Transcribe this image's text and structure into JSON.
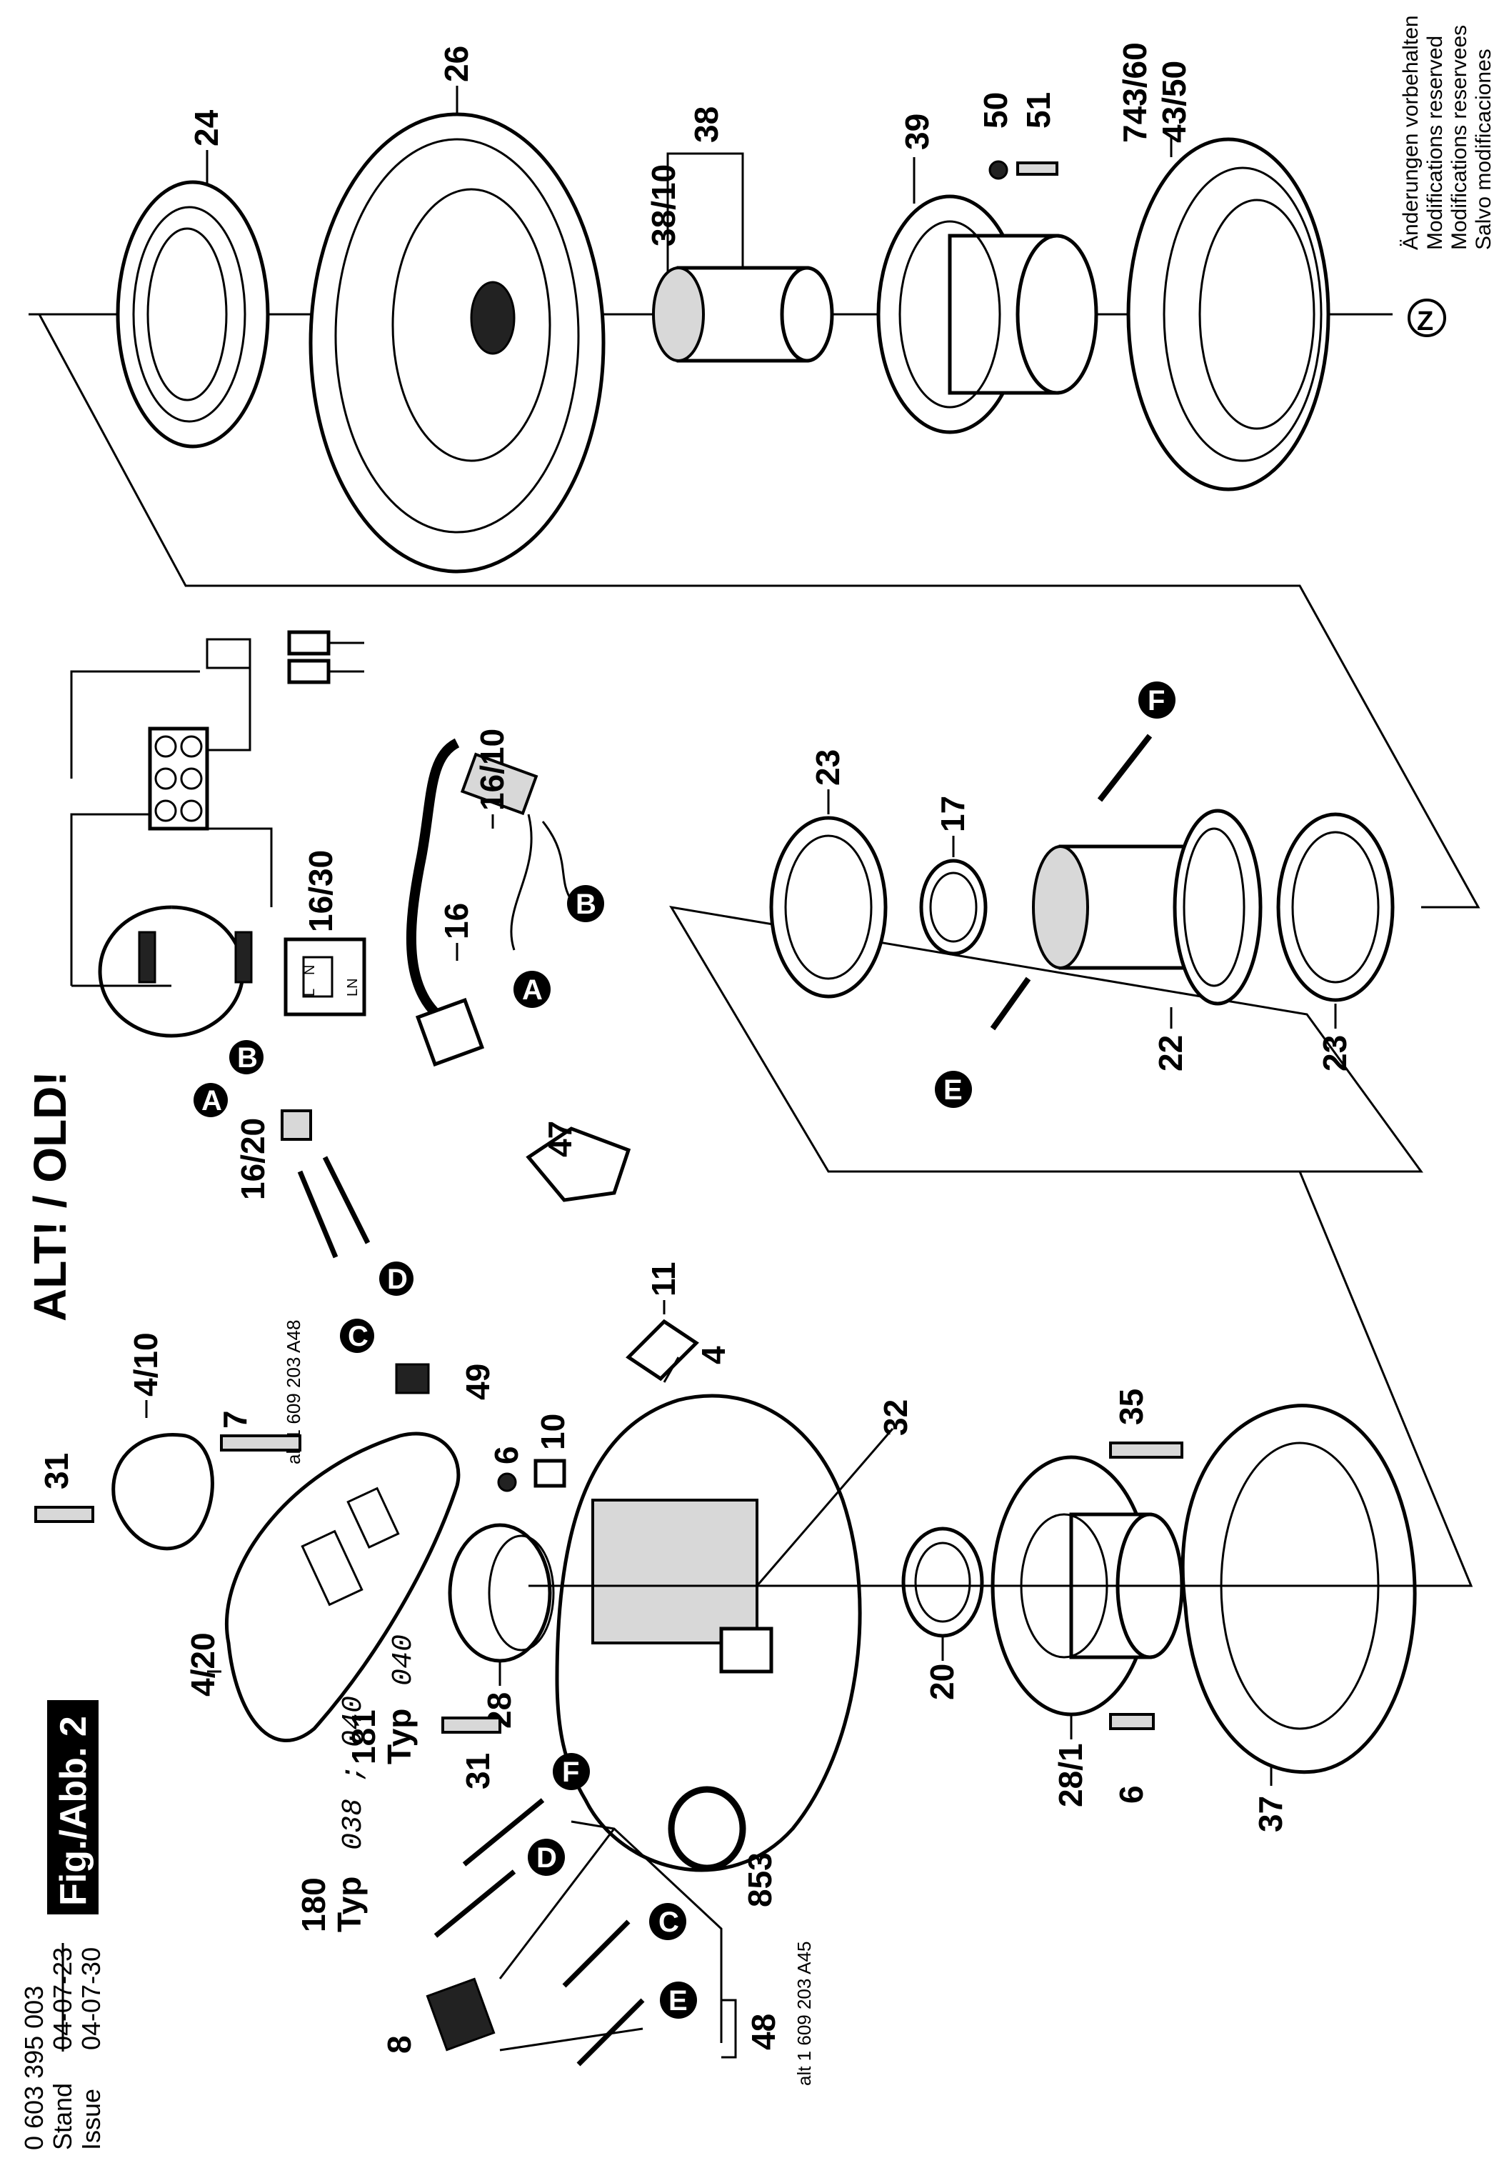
{
  "header": {
    "doc_number": "0 603 395 003",
    "stand_label": "Stand",
    "issue_label": "Issue",
    "old_date": "04-07-23",
    "new_date": "04-07-30",
    "figure_label": "Fig./Abb. 2",
    "old_title": "ALT! / OLD!"
  },
  "notice": {
    "line1": "Änderungen vorbehalten",
    "line2": "Modifications reserved",
    "line3": "Modifications reservees",
    "line4": "Salvo modificaciones",
    "marker": "Z"
  },
  "connector_badges": [
    "A",
    "B",
    "C",
    "D",
    "E",
    "F"
  ],
  "part_labels": {
    "p24": "24",
    "p26": "26",
    "p38": "38",
    "p38_10": "38/10",
    "p39": "39",
    "p50": "50",
    "p51": "51",
    "p743_60": "743/60",
    "p43_50": "43/50",
    "p16_30": "16/30",
    "p16_10": "16/10",
    "p16": "16",
    "p16_20": "16/20",
    "p23a": "23",
    "p23b": "23",
    "p17": "17",
    "p22": "22",
    "p4_10": "4/10",
    "p31a": "31",
    "p31b": "31",
    "p7": "7",
    "p4_20": "4/20",
    "p49": "49",
    "p6a": "6",
    "p6b": "6",
    "p10": "10",
    "p47": "47",
    "p11": "11",
    "p4": "4",
    "p32": "32",
    "p28": "28",
    "p20": "20",
    "p28_1": "28/1",
    "p35": "35",
    "p37": "37",
    "p853": "853",
    "p8": "8",
    "p48": "48",
    "p180": "180",
    "p181": "181"
  },
  "type_labels": {
    "typ_word_180": "Typ",
    "typ_value_180": "038 ; 040",
    "typ_word_181": "Typ",
    "typ_value_181": "040"
  },
  "alt_notes": {
    "alt_a48": "alt 1 609 203 A48",
    "alt_a45": "alt 1 609 203 A45"
  },
  "terminal_marks": {
    "l": "L",
    "n": "N",
    "ln": "LN"
  }
}
